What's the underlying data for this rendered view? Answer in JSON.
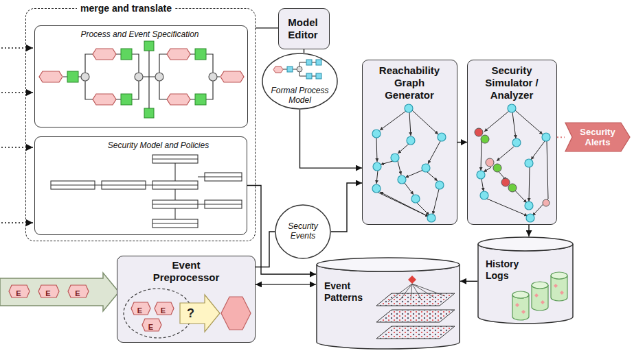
{
  "diagram": {
    "nodes": [
      {
        "text": [
          "merge and translate"
        ]
      },
      {
        "text": [
          "Process and Event Specification"
        ],
        "in": 0
      },
      {
        "text": [
          "Security Model and Policies"
        ],
        "in": 0
      },
      {
        "text": [
          "Model Editor"
        ]
      },
      {
        "text": [
          "Formal Process Model"
        ]
      },
      {
        "text": [
          "Reachability Graph Generator"
        ]
      },
      {
        "text": [
          "Security Simulator / Analyzer"
        ]
      },
      {
        "text": [
          "Security Alerts"
        ]
      },
      {
        "text": [
          "Security Events"
        ]
      },
      {
        "text": [
          "Event Preprocessor"
        ]
      },
      {
        "text": [
          "Event Patterns"
        ]
      },
      {
        "text": [
          "History Logs"
        ]
      },
      {
        "text": [
          "E"
        ]
      },
      {
        "text": [
          "E"
        ]
      },
      {
        "text": [
          "E"
        ]
      },
      {
        "text": [
          "E"
        ],
        "in": 9
      },
      {
        "text": [
          "E"
        ],
        "in": 9
      },
      {
        "text": [
          "E"
        ],
        "in": 9
      }
    ],
    "edges": [
      {
        "from": 0,
        "to": 3,
        "arrow": "none"
      },
      {
        "from": 3,
        "to": 4,
        "arrow": "none"
      },
      {
        "from": 4,
        "to": 5,
        "arrow": "to"
      },
      {
        "from": 8,
        "to": 5,
        "arrow": "to"
      },
      {
        "from": 5,
        "to": 6,
        "arrow": "to"
      },
      {
        "from": 6,
        "to": 7,
        "arrow": "none"
      },
      {
        "from": 6,
        "to": 11,
        "arrow": "to"
      },
      {
        "from": 11,
        "to": 10,
        "arrow": "to"
      },
      {
        "from": 9,
        "to": 10,
        "arrow": "both"
      },
      {
        "from": 2,
        "to": 10,
        "arrow": "to"
      },
      {
        "from": 9,
        "to": 8,
        "arrow": "none"
      }
    ],
    "labels": [
      "?"
    ]
  }
}
